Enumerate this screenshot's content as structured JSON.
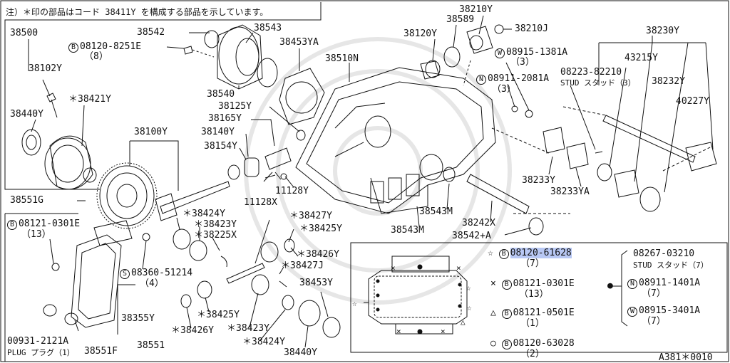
{
  "note": "注）＊印の部品はコード 38411Y を構成する部品を示しています。",
  "footer_code": "A381＊0010",
  "circle_letters": {
    "b": "B",
    "s": "S",
    "n": "N",
    "w": "W"
  },
  "symbols": {
    "star": "☆",
    "cross": "×",
    "triangle": "△",
    "circle": "○",
    "dot": "●"
  },
  "labels": {
    "p38500": "38500",
    "p38102y": "38102Y",
    "p38421y": "＊38421Y",
    "p38440y_l": "38440Y",
    "p38542": "38542",
    "b08120_8251e": "08120-8251E",
    "q8": "（8）",
    "p38540": "38540",
    "p38543": "38543",
    "p38453ya": "38453YA",
    "p38510n": "38510N",
    "p38125y": "38125Y",
    "p38165y": "38165Y",
    "p38140y": "38140Y",
    "p38154y": "38154Y",
    "p38100y": "38100Y",
    "p11128x": "11128X",
    "p11128y": "11128Y",
    "p38551g": "38551G",
    "b08121_0301e": "08121-0301E",
    "q13": "（13）",
    "p38424y_a": "＊38424Y",
    "p38423y_a": "＊38423Y",
    "p38225x": "＊38225X",
    "p38427y": "＊38427Y",
    "p38425y_a": "＊38425Y",
    "p38426y_a": "＊38426Y",
    "p38427j": "＊38427J",
    "s08360_51214": "08360-51214",
    "q4": "（4）",
    "p38425y_b": "＊38425Y",
    "p38426y_b": "＊38426Y",
    "p38423y_b": "＊38423Y",
    "p38424y_b": "＊38424Y",
    "p38453y": "38453Y",
    "p38440y_b": "38440Y",
    "p38355y": "38355Y",
    "p38551": "38551",
    "p38551f": "38551F",
    "p00931": "00931-2121A",
    "plug": "PLUG プラグ（1）",
    "p38120y": "38120Y",
    "p38589": "38589",
    "p38210y": "38210Y",
    "p38210j": "38210J",
    "w08915_1381a": "08915-1381A",
    "q3a": "（3）",
    "n08911_2081a": "08911-2081A",
    "q3b": "（3）",
    "p08223": "08223-82210",
    "stud3": "STUD スタッド（3）",
    "p38230y": "38230Y",
    "p43215y": "43215Y",
    "p38232y": "38232Y",
    "p40227y": "40227Y",
    "p38233y": "38233Y",
    "p38233ya": "38233YA",
    "p38543m_a": "38543M",
    "p38543m_b": "38543M",
    "p38242x": "38242X",
    "p38542a": "38542+A",
    "b08120_61628": "08120-61628",
    "q7a": "（7）",
    "p08267": "08267-03210",
    "stud7": "STUD スタッド（7）",
    "b08121_0301e_2": "08121-0301E",
    "q13b": "（13）",
    "n08911_1401a": "08911-1401A",
    "q7b": "（7）",
    "b08121_0501e": "08121-0501E",
    "q1": "（1）",
    "w08915_3401a": "08915-3401A",
    "q7c": "（7）",
    "b08120_63028": "08120-63028",
    "q2": "（2）"
  }
}
